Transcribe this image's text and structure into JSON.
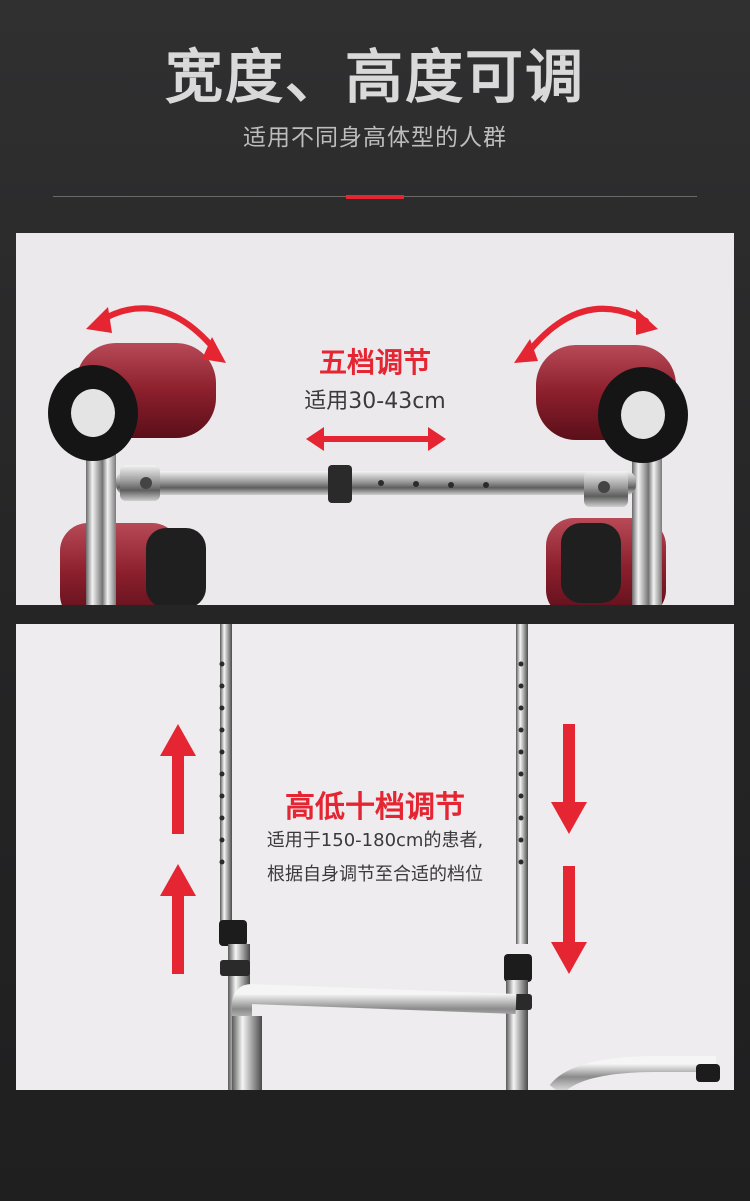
{
  "header": {
    "title": "宽度、高度可调",
    "subtitle": "适用不同身高体型的人群"
  },
  "width_panel": {
    "title": "五档调节",
    "range": "适用30-43cm"
  },
  "height_panel": {
    "title": "高低十档调节",
    "line1": "适用于150-180cm的患者,",
    "line2": "根据自身调节至合适的档位"
  },
  "colors": {
    "accent": "#e52531",
    "background": "#2a2a2b",
    "panel": "#ece9ec",
    "pad": "#8c1f2c"
  }
}
